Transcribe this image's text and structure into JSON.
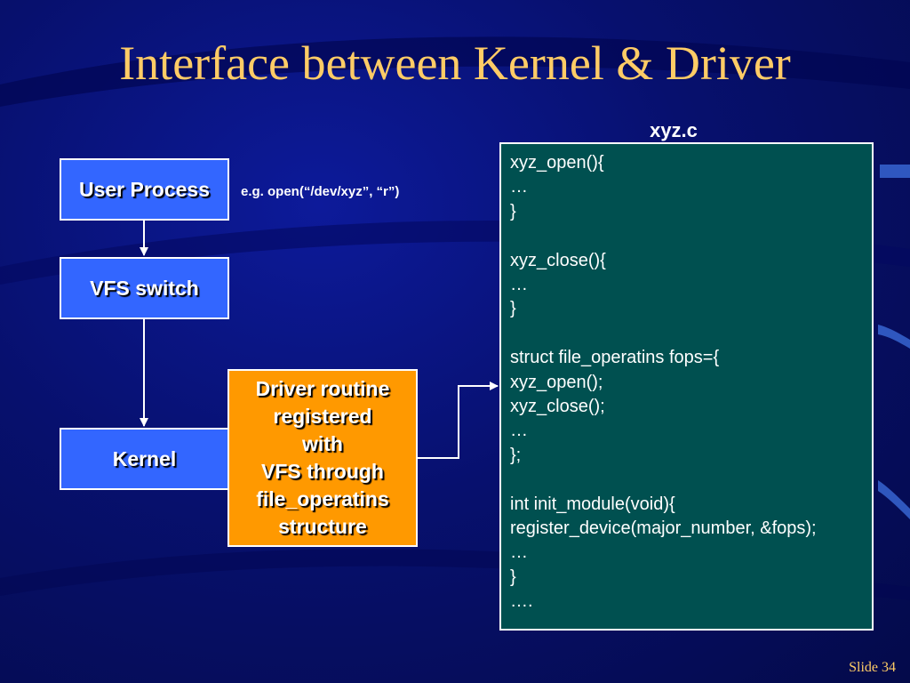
{
  "title": "Interface between Kernel & Driver",
  "boxes": {
    "user_process": "User Process",
    "vfs_switch": "VFS switch",
    "kernel": "Kernel",
    "driver": "Driver routine\nregistered\nwith\nVFS through\nfile_operatins\nstructure"
  },
  "example": "e.g. open(“/dev/xyz”, “r”)",
  "file_label": "xyz.c",
  "code_lines": [
    "xyz_open(){",
    "…",
    "}",
    "",
    "xyz_close(){",
    "…",
    "}",
    "",
    "struct file_operatins fops={",
    "xyz_open();",
    "xyz_close();",
    "…",
    "};",
    "",
    "int init_module(void){",
    "register_device(major_number, &fops);",
    "…",
    "}",
    "…."
  ],
  "slide_number": "Slide 34",
  "colors": {
    "title": "#ffcc66",
    "box_blue": "#3366ff",
    "box_orange": "#ff9900",
    "code_bg": "#005050"
  }
}
